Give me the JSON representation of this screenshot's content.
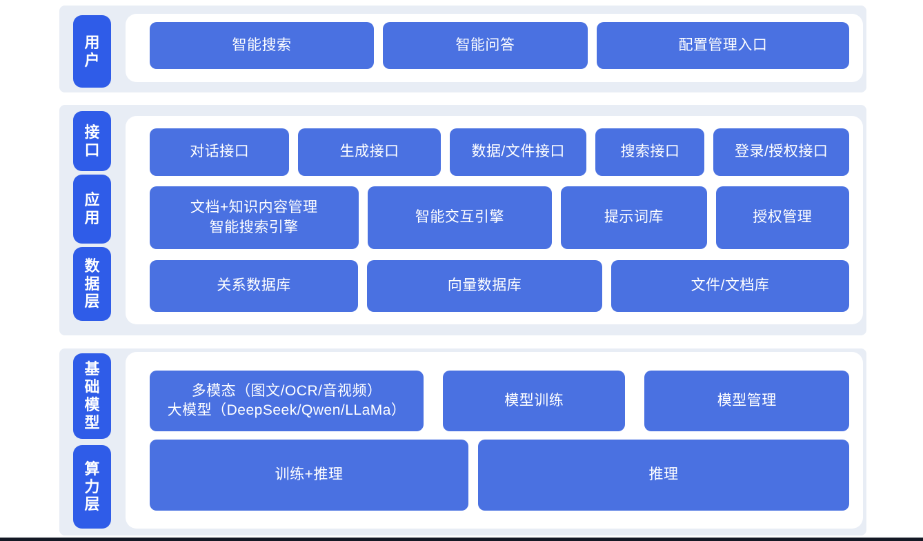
{
  "colors": {
    "page_bg": "#ffffff",
    "section_bg": "#e8edf5",
    "label_blue": "#2f5ce8",
    "block_blue": "#4a71e1",
    "text_white": "#ffffff",
    "baseline_dark": "#141925"
  },
  "sections": [
    {
      "groups": [
        {
          "label": "用户",
          "buttons": [
            "智能搜索",
            "智能问答",
            "配置管理入口"
          ]
        }
      ]
    },
    {
      "groups": [
        {
          "label": "接口",
          "buttons": [
            "对话接口",
            "生成接口",
            "数据/文件接口",
            "搜索接口",
            "登录/授权接口"
          ]
        },
        {
          "label": "应用",
          "buttons": [
            "文档+知识内容管理\n智能搜索引擎",
            "智能交互引擎",
            "提示词库",
            "授权管理"
          ]
        },
        {
          "label": "数据层",
          "buttons": [
            "关系数据库",
            "向量数据库",
            "文件/文档库"
          ]
        }
      ]
    },
    {
      "groups": [
        {
          "label": "基础模型",
          "buttons": [
            "多模态（图文/OCR/音视频）\n大模型（DeepSeek/Qwen/LLaMa）",
            "模型训练",
            "模型管理"
          ]
        },
        {
          "label": "算力层",
          "buttons": [
            "训练+推理",
            "推理"
          ]
        }
      ]
    }
  ]
}
